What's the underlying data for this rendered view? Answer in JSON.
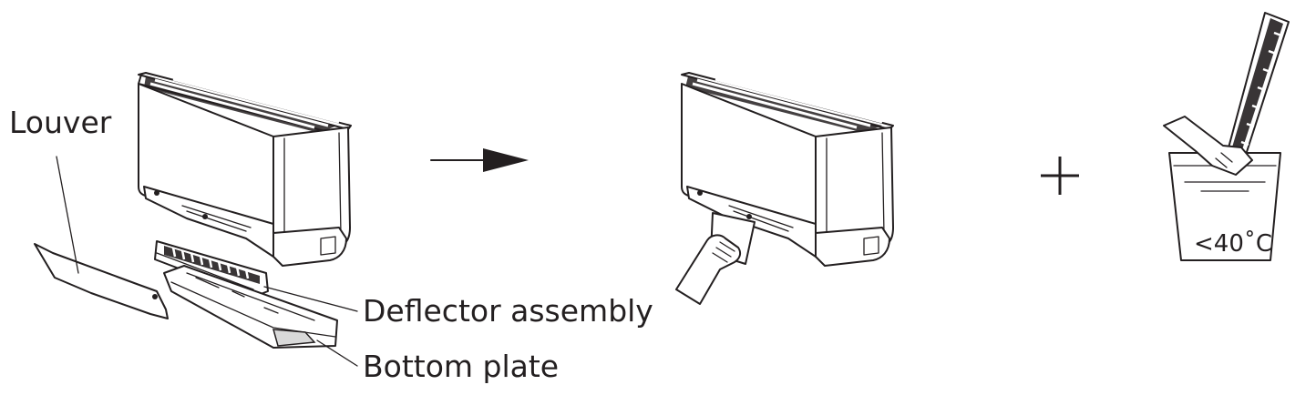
{
  "labels": {
    "louver": "Louver",
    "deflector": "Deflector assembly",
    "bottom_plate": "Bottom plate",
    "temperature": "<40˚C"
  },
  "icons": {
    "arrow": "arrow-right-icon",
    "plus": "plus-icon"
  }
}
